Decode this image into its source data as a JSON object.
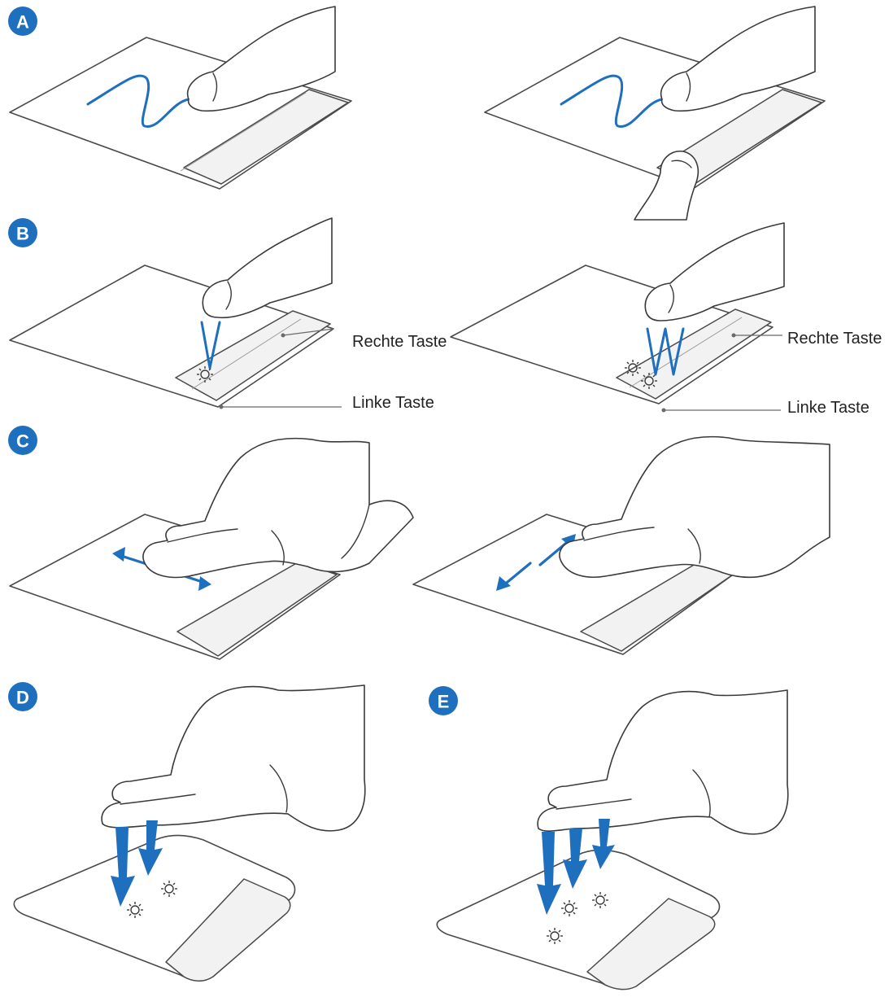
{
  "sections": [
    {
      "id": "A",
      "label": "A"
    },
    {
      "id": "B",
      "label": "B"
    },
    {
      "id": "C",
      "label": "C"
    },
    {
      "id": "D",
      "label": "D"
    },
    {
      "id": "E",
      "label": "E"
    }
  ],
  "callouts": {
    "right_button": "Rechte Taste",
    "left_button": "Linke Taste"
  },
  "colors": {
    "accent": "#1f6fbf",
    "line": "#4a4a4a",
    "button_fill": "#f2f2f2"
  },
  "icons": [
    "finger-icon",
    "hand-icon",
    "tap-burst-icon",
    "arrow-down-icon",
    "double-arrow-icon"
  ]
}
